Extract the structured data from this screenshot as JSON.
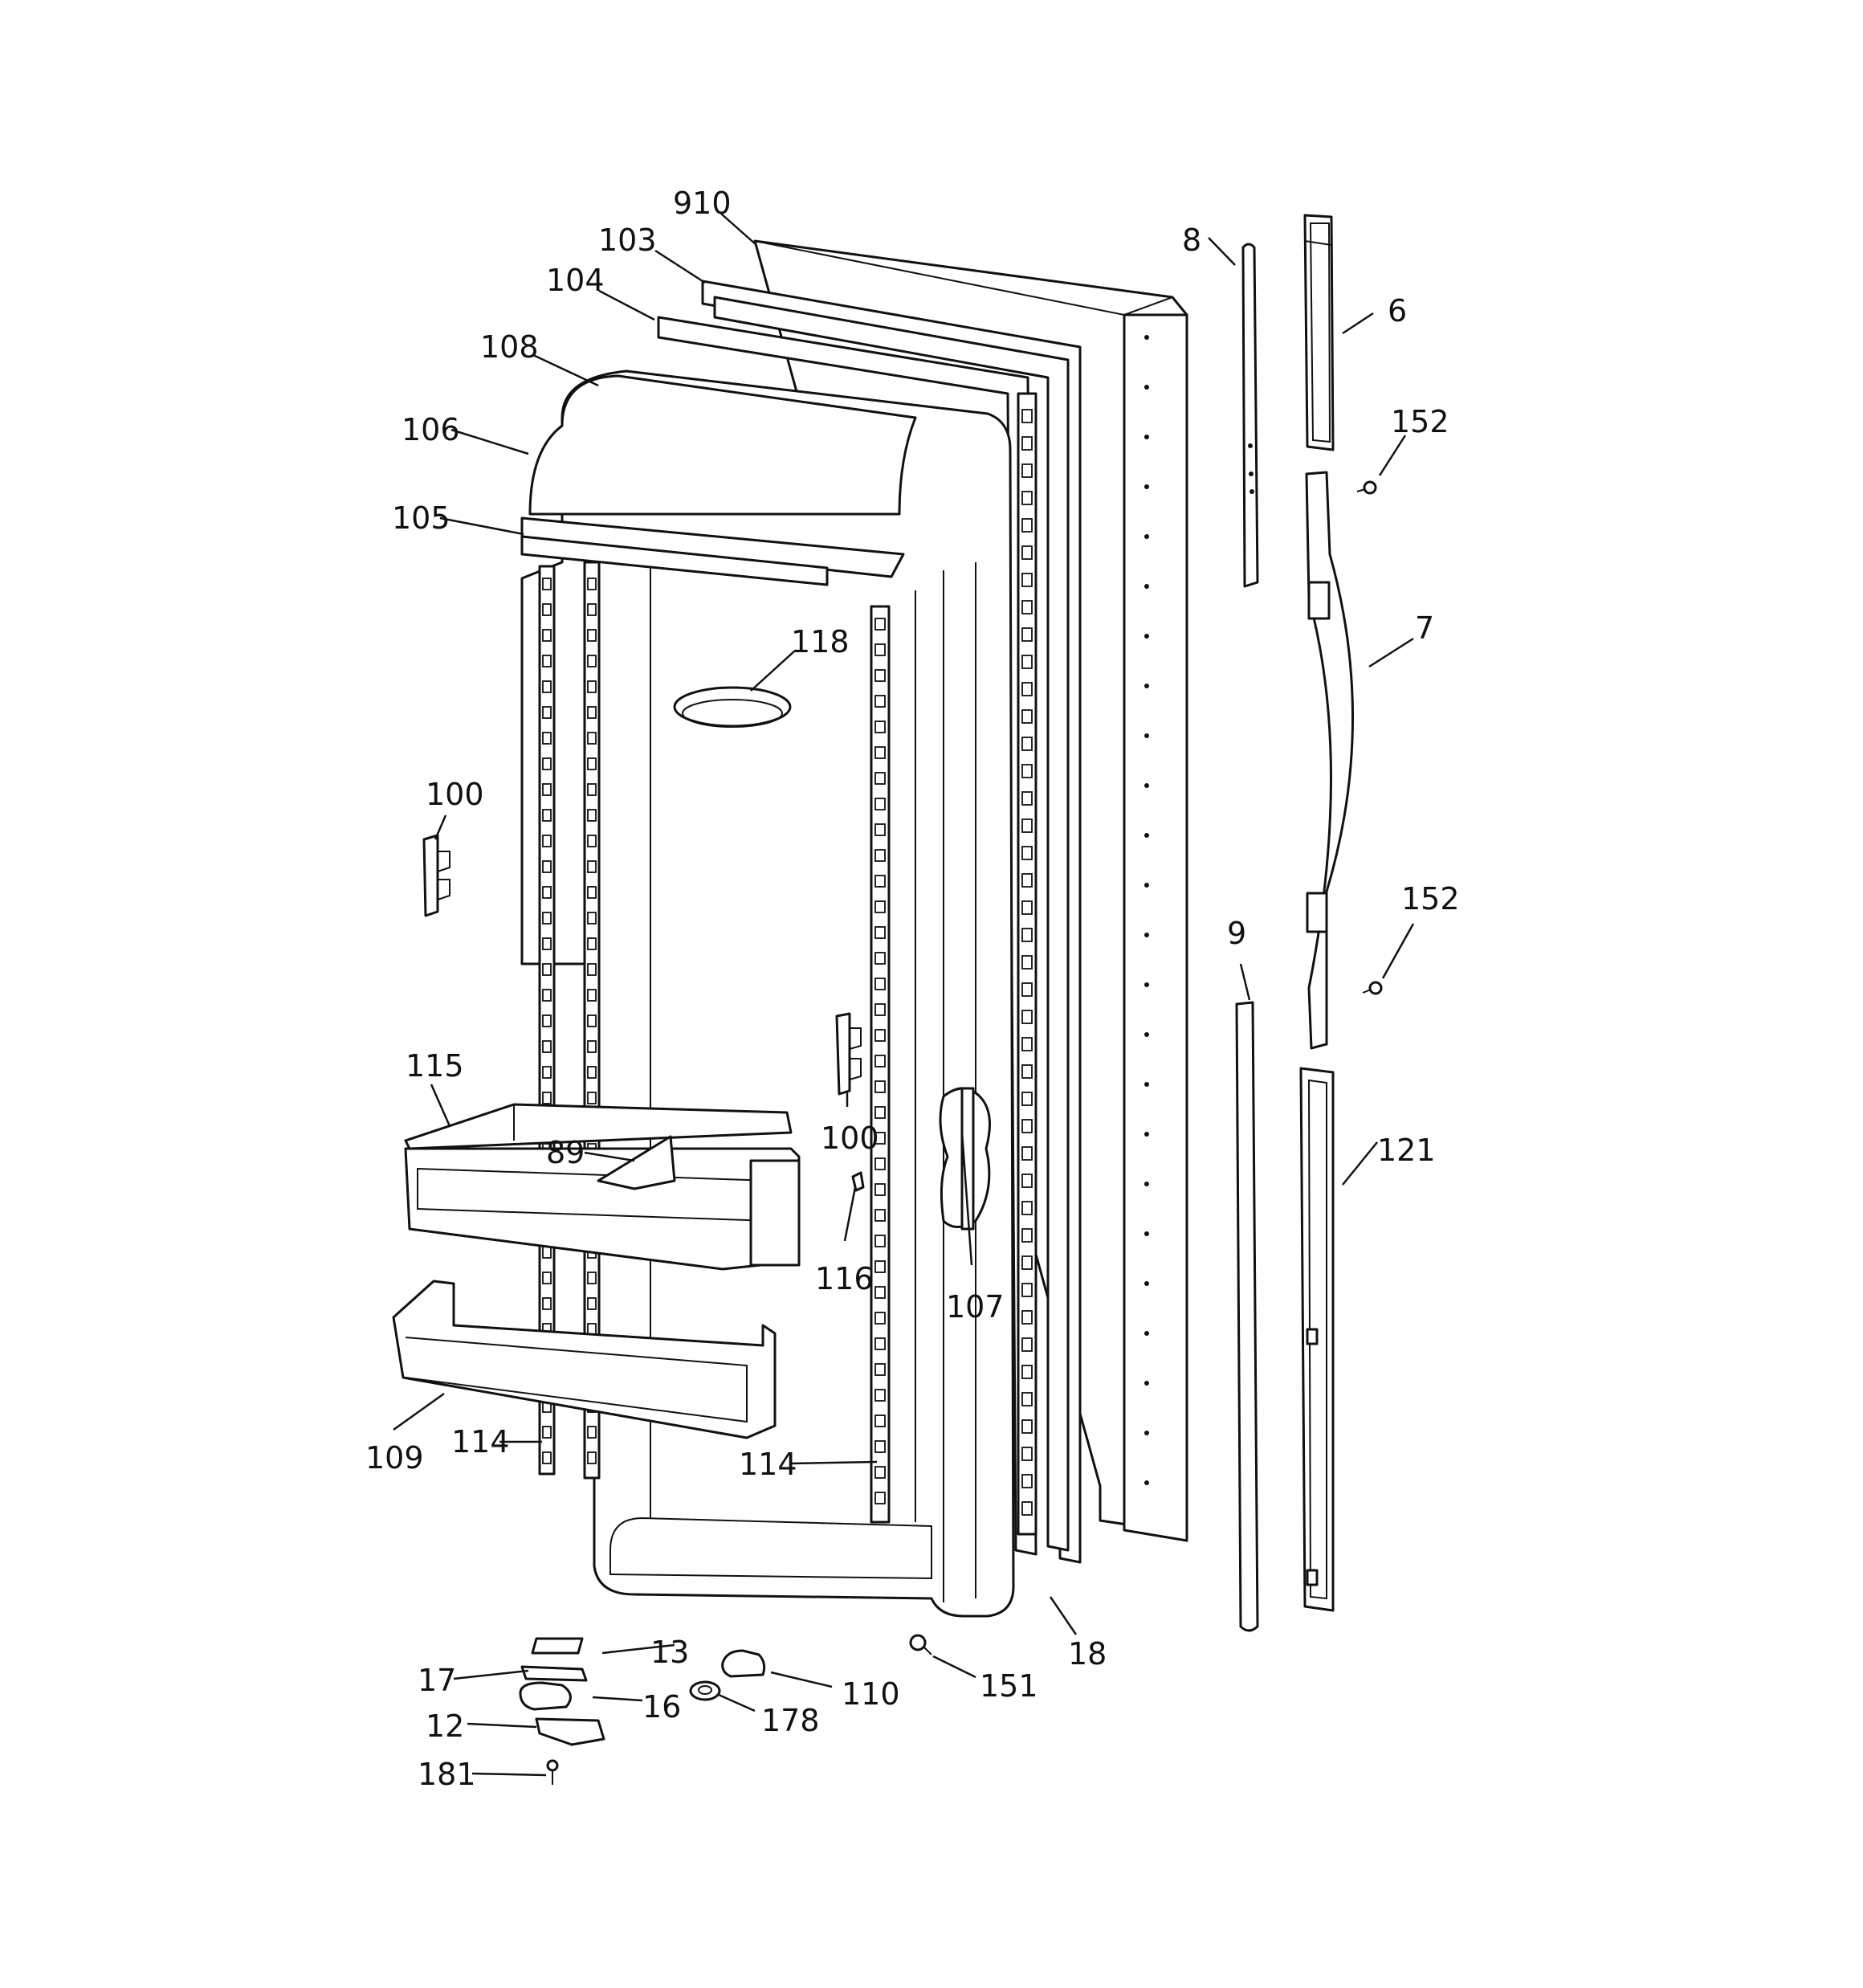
{
  "diagram": {
    "callouts": {
      "c910": "910",
      "c103": "103",
      "c104": "104",
      "c108": "108",
      "c106": "106",
      "c105": "105",
      "c118": "118",
      "c100a": "100",
      "c100b": "100",
      "c115": "115",
      "c89": "89",
      "c116": "116",
      "c107": "107",
      "c109": "109",
      "c114a": "114",
      "c114b": "114",
      "c13": "13",
      "c17": "17",
      "c16": "16",
      "c12": "12",
      "c181": "181",
      "c110": "110",
      "c178": "178",
      "c151": "151",
      "c18": "18",
      "c8": "8",
      "c6": "6",
      "c152a": "152",
      "c7": "7",
      "c152b": "152",
      "c9": "9",
      "c121": "121"
    }
  }
}
